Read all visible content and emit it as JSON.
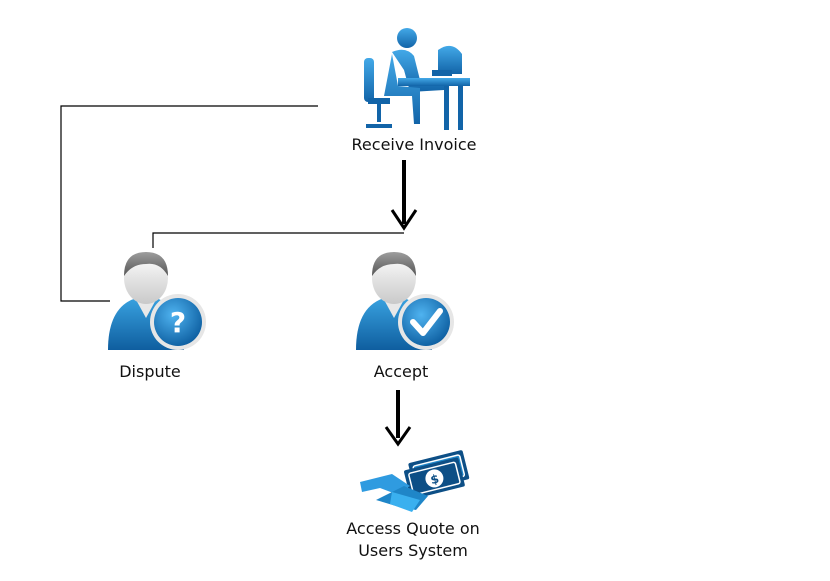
{
  "nodes": {
    "receive_invoice": {
      "label": "Receive Invoice",
      "icon": "person-at-computer-icon"
    },
    "dispute": {
      "label": "Dispute",
      "icon": "user-question-icon"
    },
    "accept": {
      "label": "Accept",
      "icon": "user-checkmark-icon"
    },
    "access_quote": {
      "label_line1": "Access Quote on",
      "label_line2": "Users System",
      "icon": "handshake-money-icon"
    }
  },
  "edges": [
    {
      "from": "receive_invoice",
      "to": "accept",
      "style": "arrow"
    },
    {
      "from": "dispute",
      "to": "accept",
      "style": "line"
    },
    {
      "from": "dispute",
      "to": "receive_invoice",
      "style": "line"
    },
    {
      "from": "accept",
      "to": "access_quote",
      "style": "arrow"
    }
  ],
  "colors": {
    "primary_blue": "#1f86c8",
    "dark_blue": "#0d4f86",
    "user_gray": "#8a8a8a",
    "connector": "#000000"
  }
}
